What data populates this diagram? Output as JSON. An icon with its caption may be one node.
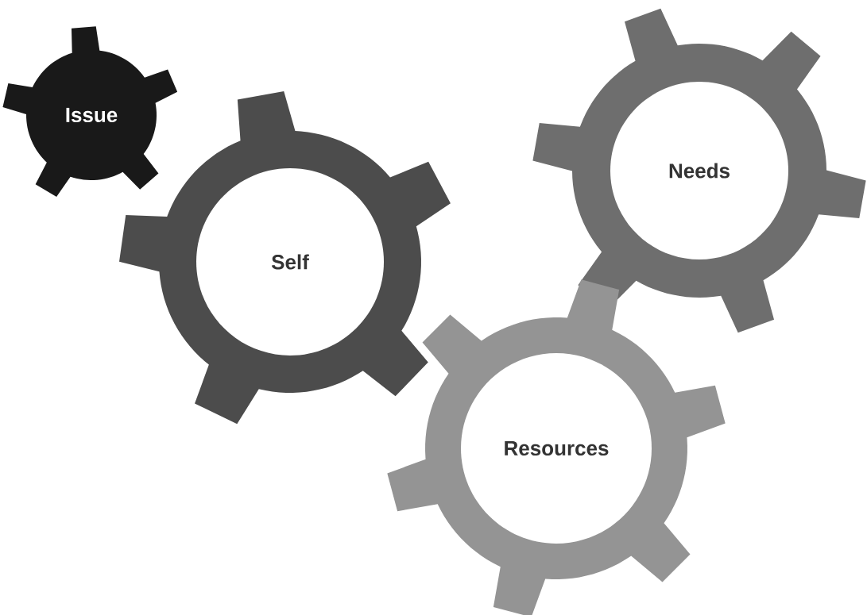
{
  "diagram": {
    "nodes": [
      {
        "text": [
          "Issue"
        ]
      },
      {
        "text": [
          "Self"
        ]
      },
      {
        "text": [
          "Needs"
        ]
      },
      {
        "text": [
          "Resources"
        ]
      }
    ]
  }
}
